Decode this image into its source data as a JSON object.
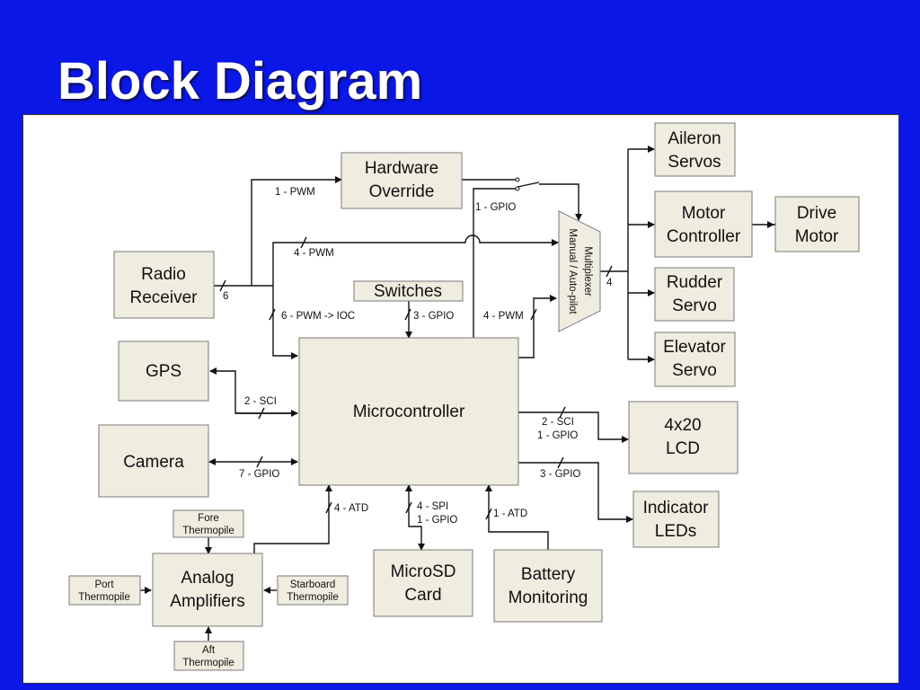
{
  "slide": {
    "title": "Block Diagram"
  },
  "blocks": {
    "hardware_override": [
      "Hardware",
      "Override"
    ],
    "radio_receiver": [
      "Radio",
      "Receiver"
    ],
    "switches": "Switches",
    "gps": "GPS",
    "camera": "Camera",
    "microcontroller": "Microcontroller",
    "multiplexer": [
      "Multiplexer",
      "Manual / Auto-pilot"
    ],
    "aileron_servos": [
      "Aileron",
      "Servos"
    ],
    "motor_controller": [
      "Motor",
      "Controller"
    ],
    "drive_motor": [
      "Drive",
      "Motor"
    ],
    "rudder_servo": [
      "Rudder",
      "Servo"
    ],
    "elevator_servo": [
      "Elevator",
      "Servo"
    ],
    "lcd": [
      "4x20",
      "LCD"
    ],
    "indicator_leds": [
      "Indicator",
      "LEDs"
    ],
    "microsd_card": [
      "MicroSD",
      "Card"
    ],
    "battery_monitoring": [
      "Battery",
      "Monitoring"
    ],
    "analog_amplifiers": [
      "Analog",
      "Amplifiers"
    ],
    "fore_thermopile": [
      "Fore",
      "Thermopile"
    ],
    "port_thermopile": [
      "Port",
      "Thermopile"
    ],
    "starboard_thermopile": [
      "Starboard",
      "Thermopile"
    ],
    "aft_thermopile": [
      "Aft",
      "Thermopile"
    ]
  },
  "wire_labels": {
    "pwm_1": "1 - PWM",
    "gpio_1_top": "1 - GPIO",
    "pwm_4_top": "4 - PWM",
    "bus_6": "6",
    "pwm_ioc_6": "6 - PWM -> IOC",
    "gpio_3": "3 - GPIO",
    "pwm_4_mux": "4 - PWM",
    "mux_out_4": "4",
    "sci_2_gps": "2 - SCI",
    "gpio_7": "7 - GPIO",
    "lcd_sci_2": "2 - SCI",
    "lcd_gpio_1": "1 - GPIO",
    "led_gpio_3": "3 - GPIO",
    "atd_4": "4 - ATD",
    "spi_4": "4 - SPI",
    "sd_gpio_1": "1 - GPIO",
    "atd_1": "1 - ATD"
  }
}
